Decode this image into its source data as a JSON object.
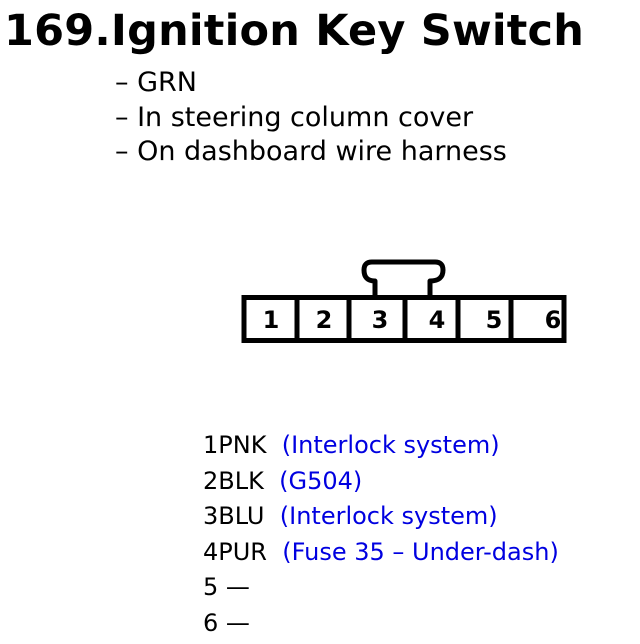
{
  "component": {
    "title": "169.Ignition Key Switch",
    "details": [
      "– GRN",
      "– In steering column cover",
      "– On dashboard wire harness"
    ]
  },
  "connector": {
    "pins": [
      "1",
      "2",
      "3",
      "4",
      "5",
      "6"
    ]
  },
  "pinout": [
    {
      "label": "1PNK",
      "desc": "(Interlock system)"
    },
    {
      "label": "2BLK",
      "desc": "(G504)"
    },
    {
      "label": "3BLU",
      "desc": "(Interlock system)"
    },
    {
      "label": "4PUR",
      "desc": "(Fuse 35 – Under-dash)"
    },
    {
      "label": "5 —",
      "desc": ""
    },
    {
      "label": "6 —",
      "desc": ""
    }
  ],
  "colors": {
    "description_text": "#0000e0"
  }
}
